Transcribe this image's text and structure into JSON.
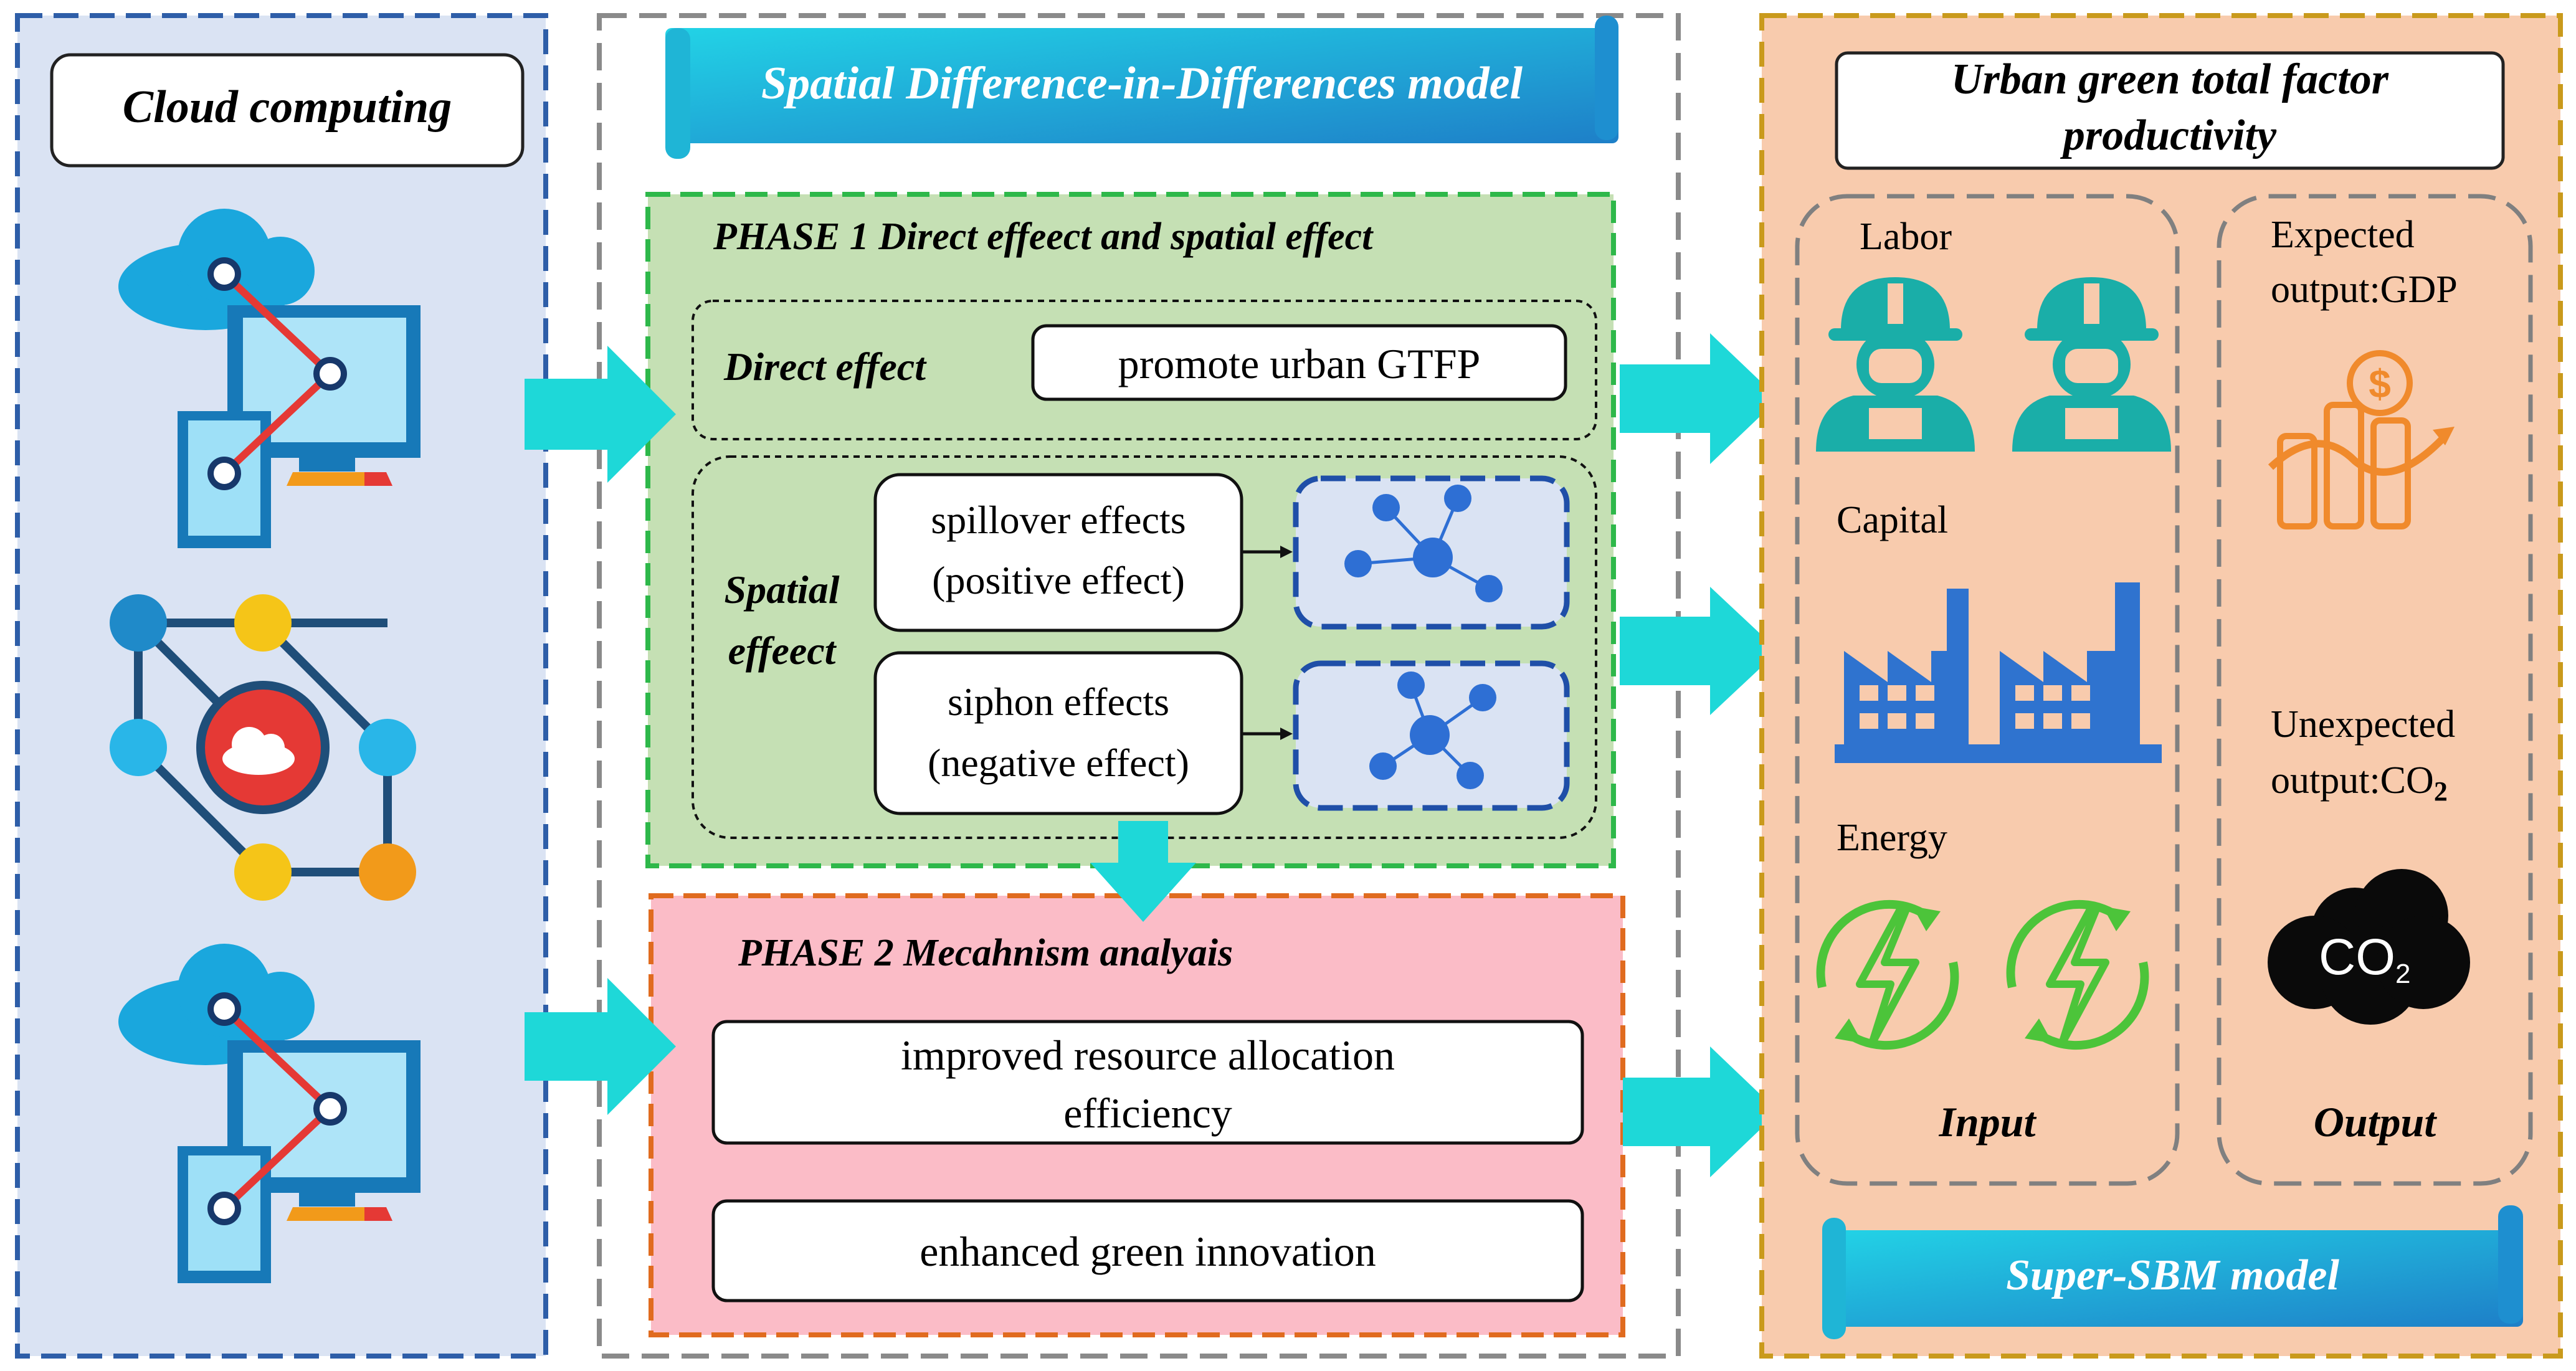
{
  "left_panel": {
    "title": "Cloud computing",
    "icons": [
      "cloud-devices-icon",
      "cloud-network-icon",
      "cloud-devices-icon"
    ]
  },
  "middle_panel": {
    "banner": "Spatial Difference-in-Differences model",
    "phase1": {
      "title": "PHASE 1 Direct effeect and spatial effect",
      "direct_label": "Direct effect",
      "direct_box": "promote urban GTFP",
      "spatial_label_line1": "Spatial",
      "spatial_label_line2": "effeect",
      "spillover_line1": "spillover effects",
      "spillover_line2": "(positive effect)",
      "siphon_line1": "siphon effects",
      "siphon_line2": "(negative effect)"
    },
    "phase2": {
      "title": "PHASE 2 Mecahnism analyais",
      "item1_line1": "improved resource allocation",
      "item1_line2": "efficiency",
      "item2": "enhanced green innovation"
    }
  },
  "right_panel": {
    "title_line1": "Urban green total factor",
    "title_line2": "productivity",
    "input": {
      "labor": "Labor",
      "capital": "Capital",
      "energy": "Energy",
      "label": "Input"
    },
    "output": {
      "expected_line1": "Expected",
      "expected_line2": "output:GDP",
      "unexpected_line1": "Unexpected",
      "unexpected_line2_main": "output:CO",
      "unexpected_line2_sub": "2",
      "co2_main": "CO",
      "co2_sub": "2",
      "label": "Output"
    },
    "banner": "Super-SBM model"
  },
  "colors": {
    "left_bg": "#dae3f3",
    "left_border": "#2e5ea8",
    "phase1_bg": "#c5e0b4",
    "phase1_border": "#2eb84a",
    "phase2_bg": "#fbbcc7",
    "phase2_border": "#e06b1f",
    "right_bg": "#f8cbad",
    "right_border": "#c99a1c",
    "arrow": "#1ed8d8",
    "banner": "#1fb5d6",
    "worker": "#1aaea8",
    "factory": "#2f73cf",
    "energy": "#4cc43a",
    "gdp": "#f08a2c"
  }
}
